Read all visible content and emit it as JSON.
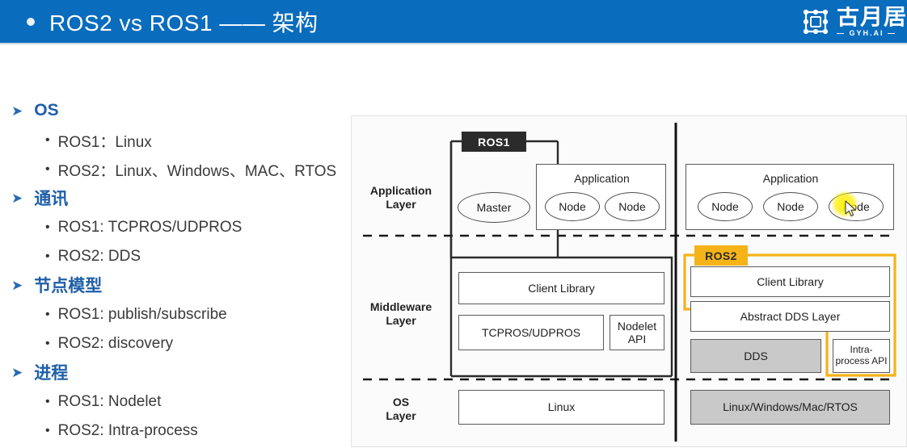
{
  "header": {
    "bullet": "slide-bullet",
    "title": "ROS2 vs ROS1 —— 架构",
    "bg_color": "#0a6cbd",
    "logo": {
      "icon": "network-grid-icon",
      "cn_text": "古月居",
      "en_text": "— GYH.AI —"
    }
  },
  "outline": [
    {
      "heading": "OS",
      "items": [
        "ROS1：Linux",
        "ROS2：Linux、Windows、MAC、RTOS"
      ]
    },
    {
      "heading": "通讯",
      "items": [
        "ROS1:  TCPROS/UDPROS",
        "ROS2:  DDS"
      ]
    },
    {
      "heading": "节点模型",
      "items": [
        "ROS1:  publish/subscribe",
        "ROS2:  discovery"
      ]
    },
    {
      "heading": "进程",
      "items": [
        "ROS1:   Nodelet",
        "ROS2:   Intra-process"
      ]
    }
  ],
  "diagram": {
    "layer_labels": [
      "Application Layer",
      "Middleware Layer",
      "OS Layer"
    ],
    "ros1": {
      "tag": "ROS1",
      "tag_color": "#2b2b2b",
      "master": "Master",
      "application_label": "Application",
      "nodes": [
        "Node",
        "Node"
      ],
      "client_library": "Client Library",
      "transport": "TCPROS/UDPROS",
      "nodelet_api": "Nodelet API",
      "os": "Linux"
    },
    "ros2": {
      "tag": "ROS2",
      "tag_color": "#f5b318",
      "application_label": "Application",
      "nodes": [
        "Node",
        "Node",
        "Node"
      ],
      "client_library": "Client Library",
      "abstract_dds": "Abstract DDS Layer",
      "dds": "DDS",
      "intra_process_api": "Intra-process API",
      "os": "Linux/Windows/Mac/RTOS"
    }
  },
  "cursor": {
    "icon": "mouse-pointer-icon",
    "highlight_color": "#ffee00"
  }
}
